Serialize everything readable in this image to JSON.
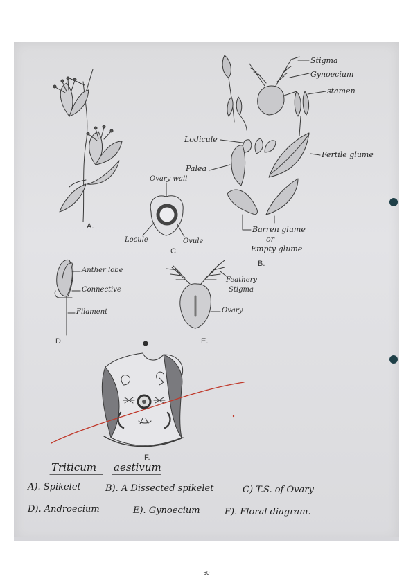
{
  "figure_labels": {
    "a": "A.",
    "b": "B.",
    "c": "C.",
    "d": "D.",
    "e": "E.",
    "f": "F."
  },
  "fig_b": {
    "stigma": "Stigma",
    "gynoecium": "Gynoecium",
    "stamen": "stamen",
    "lodicule": "Lodicule",
    "fertile_glume": "Fertile glume",
    "palea": "Palea",
    "barren_glume": "Barren glume",
    "or": "or",
    "empty_glume": "Empty glume"
  },
  "fig_c": {
    "ovary_wall": "Ovary wall",
    "locule": "Locule",
    "ovule": "Ovule"
  },
  "fig_d": {
    "anther_lobe": "Anther lobe",
    "connective": "Connective",
    "filament": "Filament"
  },
  "fig_e": {
    "feathery": "Feathery",
    "stigma": "Stigma",
    "ovary": "Ovary"
  },
  "caption": {
    "genus": "Triticum",
    "species": "aestivum",
    "a": "A). Spikelet",
    "b": "B). A Dissected spikelet",
    "c": "C) T.S. of Ovary",
    "d": "D). Androecium",
    "e": "E). Gynoecium",
    "f": "F). Floral diagram."
  },
  "page_number": "60",
  "colors": {
    "paper": "#dcdcde",
    "pencil": "#3a3a3a",
    "red_pen": "#c0392b",
    "punch_hole": "#1f4048"
  }
}
